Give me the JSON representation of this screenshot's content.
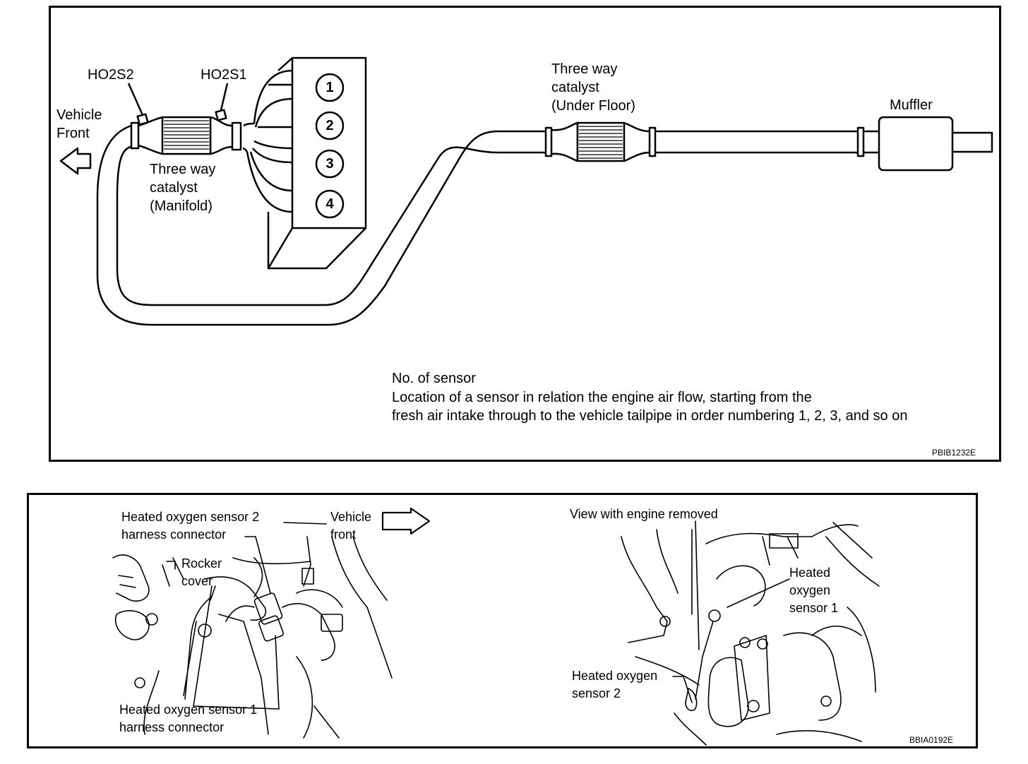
{
  "top_diagram": {
    "sensor_ho2s2": "HO2S2",
    "sensor_ho2s1": "HO2S1",
    "vehicle_front": [
      "Vehicle",
      "Front"
    ],
    "catalyst_manifold": [
      "Three way",
      "catalyst",
      "(Manifold)"
    ],
    "catalyst_underfloor": [
      "Three way",
      "catalyst",
      "(Under Floor)"
    ],
    "muffler": "Muffler",
    "cylinders": [
      "1",
      "2",
      "3",
      "4"
    ],
    "note": [
      "No. of sensor",
      "Location of a sensor in relation the engine air flow, starting from the",
      "fresh air intake through to the vehicle tailpipe in order numbering 1, 2, 3, and so on"
    ],
    "code": "PBIB1232E"
  },
  "bottom_diagram": {
    "hos2_connector": [
      "Heated oxygen sensor 2",
      "harness connector"
    ],
    "vehicle_front": [
      "Vehicle",
      "front"
    ],
    "rocker_cover": [
      "Rocker",
      "cover"
    ],
    "hos1_connector": [
      "Heated oxygen sensor 1",
      "harness connector"
    ],
    "engine_removed": "View with engine removed",
    "hos1": [
      "Heated",
      "oxygen",
      "sensor 1"
    ],
    "hos2": [
      "Heated oxygen",
      "sensor 2"
    ],
    "code": "BBIA0192E"
  }
}
